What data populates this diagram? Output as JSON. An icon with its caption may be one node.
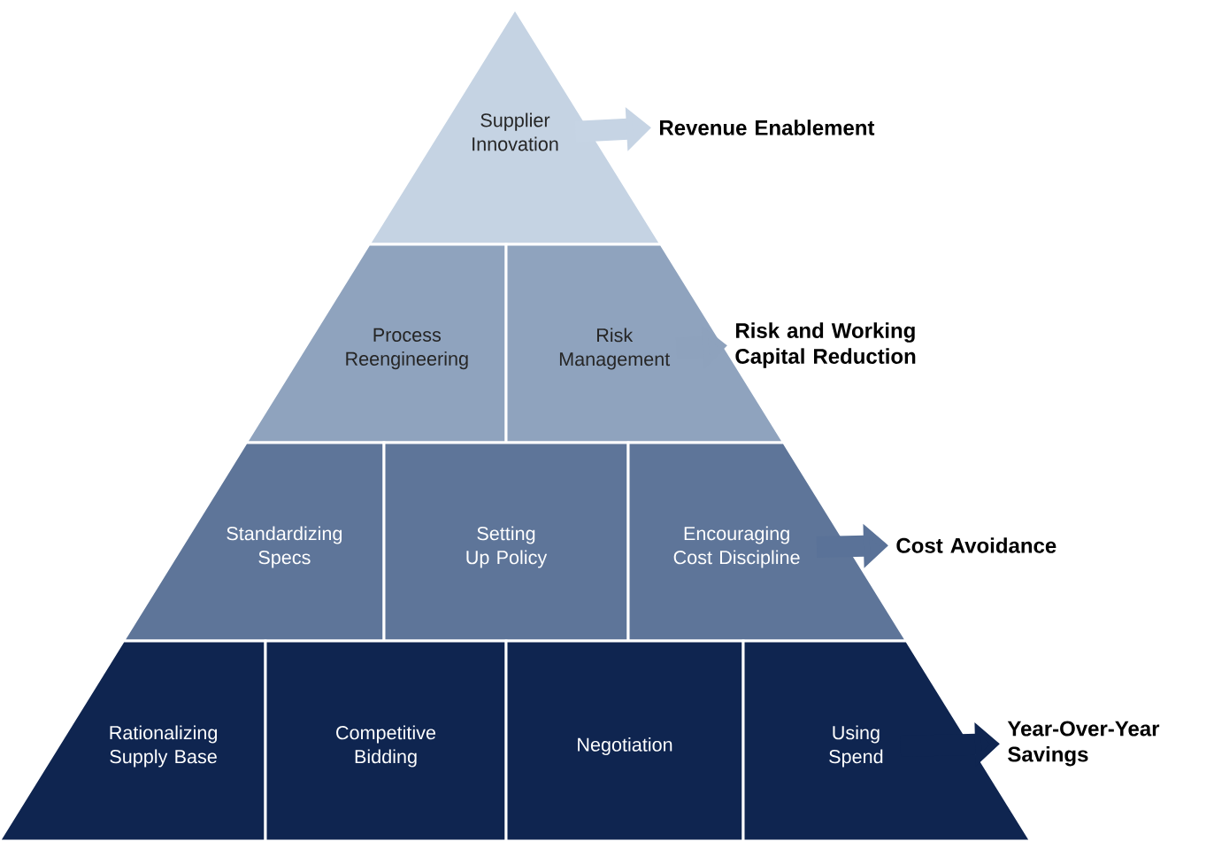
{
  "diagram": {
    "nodes": [
      {
        "text": [
          "Supplier Innovation"
        ]
      },
      {
        "text": [
          "Revenue Enablement"
        ]
      },
      {
        "text": [
          "Process Reengineering"
        ]
      },
      {
        "text": [
          "Risk Management"
        ]
      },
      {
        "text": [
          "Risk and Working Capital Reduction"
        ]
      },
      {
        "text": [
          "Standardizing Specs"
        ]
      },
      {
        "text": [
          "Setting Up Policy"
        ]
      },
      {
        "text": [
          "Encouraging Cost Discipline"
        ]
      },
      {
        "text": [
          "Cost Avoidance"
        ]
      },
      {
        "text": [
          "Rationalizing Supply Base"
        ]
      },
      {
        "text": [
          "Competitive Bidding"
        ]
      },
      {
        "text": [
          "Negotiation"
        ]
      },
      {
        "text": [
          "Using Spend"
        ]
      },
      {
        "text": [
          "Year-Over-Year Savings"
        ]
      }
    ],
    "edges": [
      {
        "from": 0,
        "to": 1,
        "arrow": "to",
        "color": "#c6d4e4"
      },
      {
        "from": 3,
        "to": 4,
        "arrow": "to",
        "color": "#8ea2bd"
      },
      {
        "from": 7,
        "to": 8,
        "arrow": "to",
        "color": "#5a7298"
      },
      {
        "from": 12,
        "to": 13,
        "arrow": "to",
        "color": "#0f2550"
      }
    ]
  }
}
